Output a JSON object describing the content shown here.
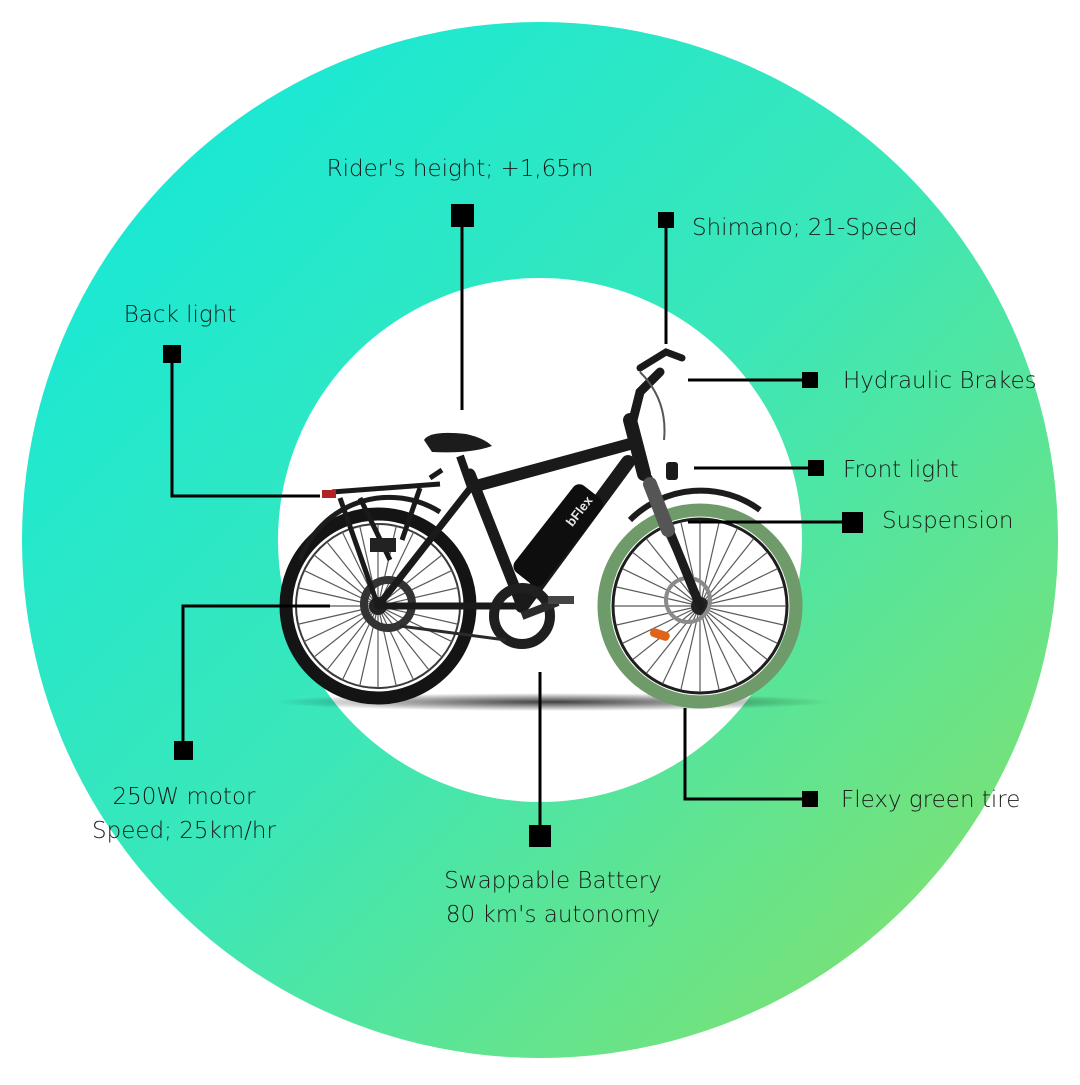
{
  "colors": {
    "ring_start": "#0fe8de",
    "ring_mid": "#3be7b8",
    "ring_end": "#8ee060",
    "leader": "#000000",
    "label_text": "#1b1b1b",
    "tire_accent": "#6f9a6a",
    "frame": "#1a1a1a"
  },
  "product": {
    "brand_mark": "bFlex"
  },
  "callouts": {
    "riders_height": "Rider's height; +1,65m",
    "shimano": "Shimano; 21-Speed",
    "back_light": "Back light",
    "hydraulic_brakes": "Hydraulic Brakes",
    "front_light": "Front light",
    "suspension": "Suspension",
    "motor_line1": "250W motor",
    "motor_line2": "Speed; 25km/hr",
    "battery_line1": "Swappable Battery",
    "battery_line2": "80 km's autonomy",
    "tire": "Flexy green tire"
  }
}
